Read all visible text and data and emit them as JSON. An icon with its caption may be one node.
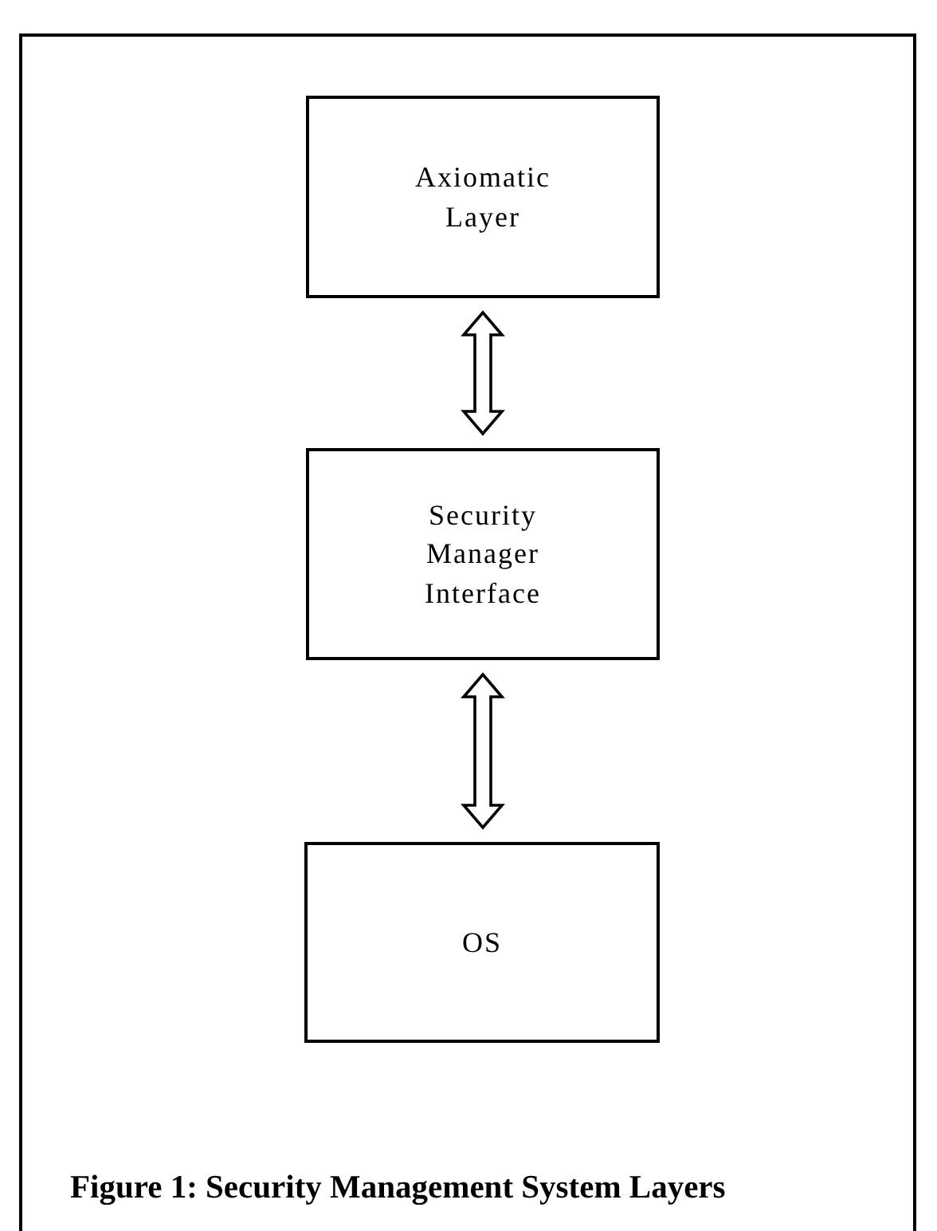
{
  "diagram": {
    "caption": "Figure 1: Security Management System Layers",
    "nodes": [
      {
        "text": [
          "Axiomatic Layer"
        ]
      },
      {
        "text": [
          "Security Manager Interface"
        ]
      },
      {
        "text": [
          "OS"
        ]
      }
    ],
    "edges": [
      {
        "from": 0,
        "to": 1,
        "arrow": "both"
      },
      {
        "from": 1,
        "to": 2,
        "arrow": "both"
      }
    ]
  }
}
